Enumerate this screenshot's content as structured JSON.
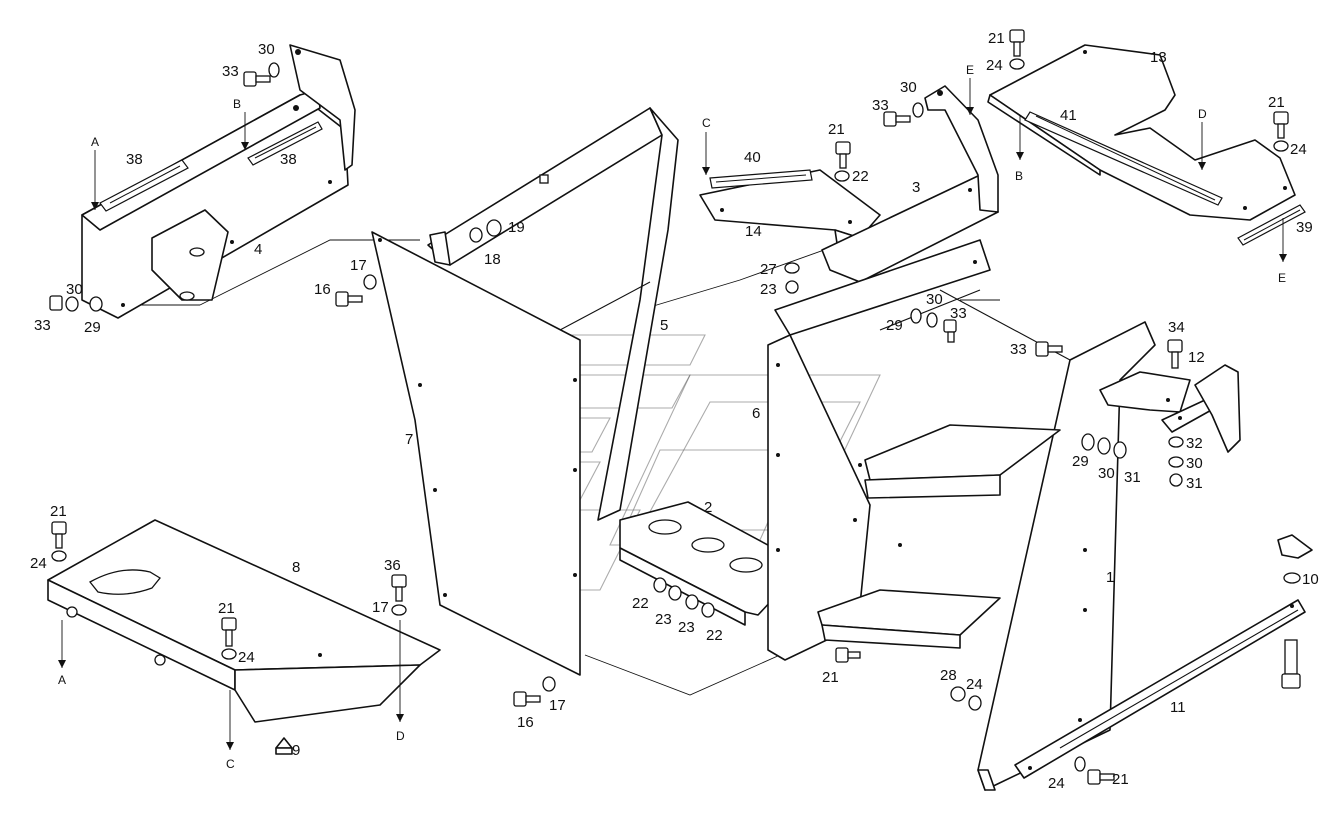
{
  "diagram": {
    "callouts": {
      "c1": "1",
      "c2": "2",
      "c3": "3",
      "c4": "4",
      "c5": "5",
      "c6": "6",
      "c7": "7",
      "c8": "8",
      "c9": "9",
      "c10": "10",
      "c11": "11",
      "c12": "12",
      "c13": "13",
      "c14": "14",
      "c16a": "16",
      "c16b": "16",
      "c17a": "17",
      "c17b": "17",
      "c17c": "17",
      "c18": "18",
      "c19": "19",
      "c21a": "21",
      "c21b": "21",
      "c21c": "21",
      "c21d": "21",
      "c21e": "21",
      "c21f": "21",
      "c21g": "21",
      "c22a": "22",
      "c22b": "22",
      "c22c": "22",
      "c23a": "23",
      "c23b": "23",
      "c23c": "23",
      "c24a": "24",
      "c24b": "24",
      "c24c": "24",
      "c24d": "24",
      "c24e": "24",
      "c24f": "24",
      "c27": "27",
      "c28": "28",
      "c29a": "29",
      "c29b": "29",
      "c29c": "29",
      "c30a": "30",
      "c30b": "30",
      "c30c": "30",
      "c30d": "30",
      "c30e": "30",
      "c30f": "30",
      "c31a": "31",
      "c31b": "31",
      "c32": "32",
      "c33a": "33",
      "c33b": "33",
      "c33c": "33",
      "c33d": "33",
      "c33e": "33",
      "c34": "34",
      "c36": "36",
      "c38a": "38",
      "c38b": "38",
      "c39": "39",
      "c40": "40",
      "c41": "41"
    },
    "refs": {
      "A_top": "A",
      "A_bottom": "A",
      "B_top": "B",
      "B_bottom": "B",
      "C_top": "C",
      "C_bottom": "C",
      "D_top": "D",
      "D_bottom": "D",
      "E_top": "E",
      "E_bottom": "E"
    }
  }
}
